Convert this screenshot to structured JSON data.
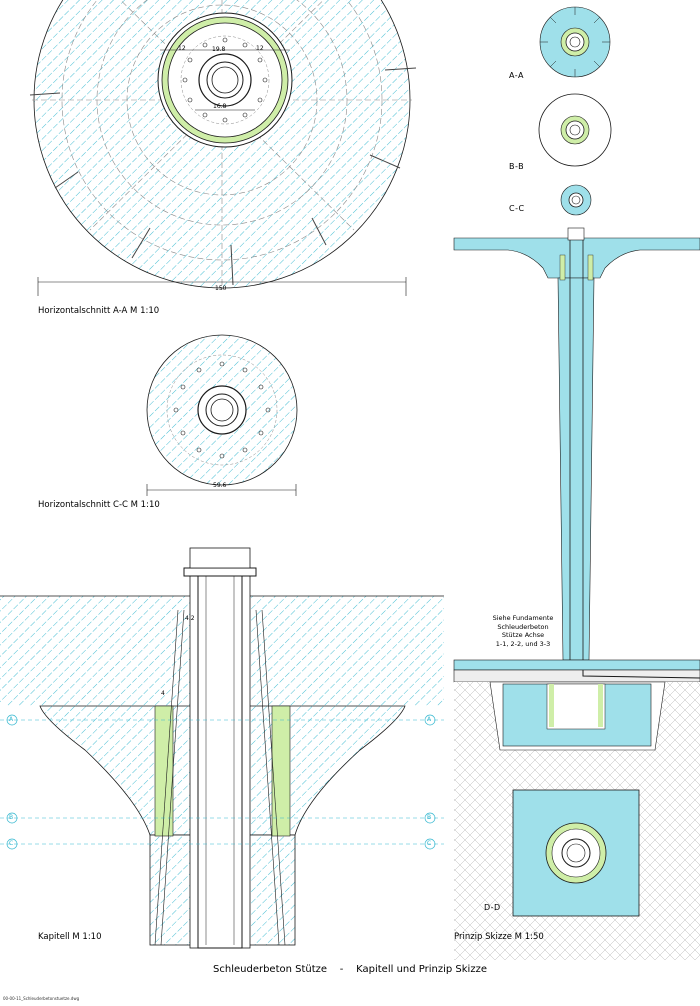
{
  "sheet": {
    "title_left": "Schleuderbeton Stütze",
    "title_sep": "-",
    "title_right": "Kapitell und Prinzip Skizze",
    "footer": "00-00-11_Schleuderbetonstuetze.dwg"
  },
  "views": {
    "aa": {
      "caption": "Horizontalschnitt A-A   M 1:10",
      "dim_width": "150",
      "dim_a": "19.8",
      "dim_b": "16.8",
      "dim_c": "12",
      "dim_d": "12"
    },
    "cc": {
      "caption": "Horizontalschnitt C-C   M 1:10",
      "dim_width": "59.6"
    },
    "kapitell": {
      "caption": "Kapitell   M 1:10",
      "dim_a": "4.2",
      "dim_b": "4"
    },
    "prinzip": {
      "caption": "Prinzip Skizze   M 1:50"
    },
    "dd": {
      "label": "D-D"
    }
  },
  "small_sections": [
    "A-A",
    "B-B",
    "C-C"
  ],
  "markers": {
    "a": "A",
    "b": "B",
    "c": "C"
  },
  "note": {
    "line1": "Siehe Fundamente",
    "line2": "Schleuderbeton",
    "line3": "Stütze Achse",
    "line4": "1-1, 2-2, und 3-3"
  },
  "colors": {
    "concrete": "#5ec8d8",
    "insulation": "#9fd87c",
    "hatch": "#35b8d0",
    "line": "#1a1a1a"
  }
}
